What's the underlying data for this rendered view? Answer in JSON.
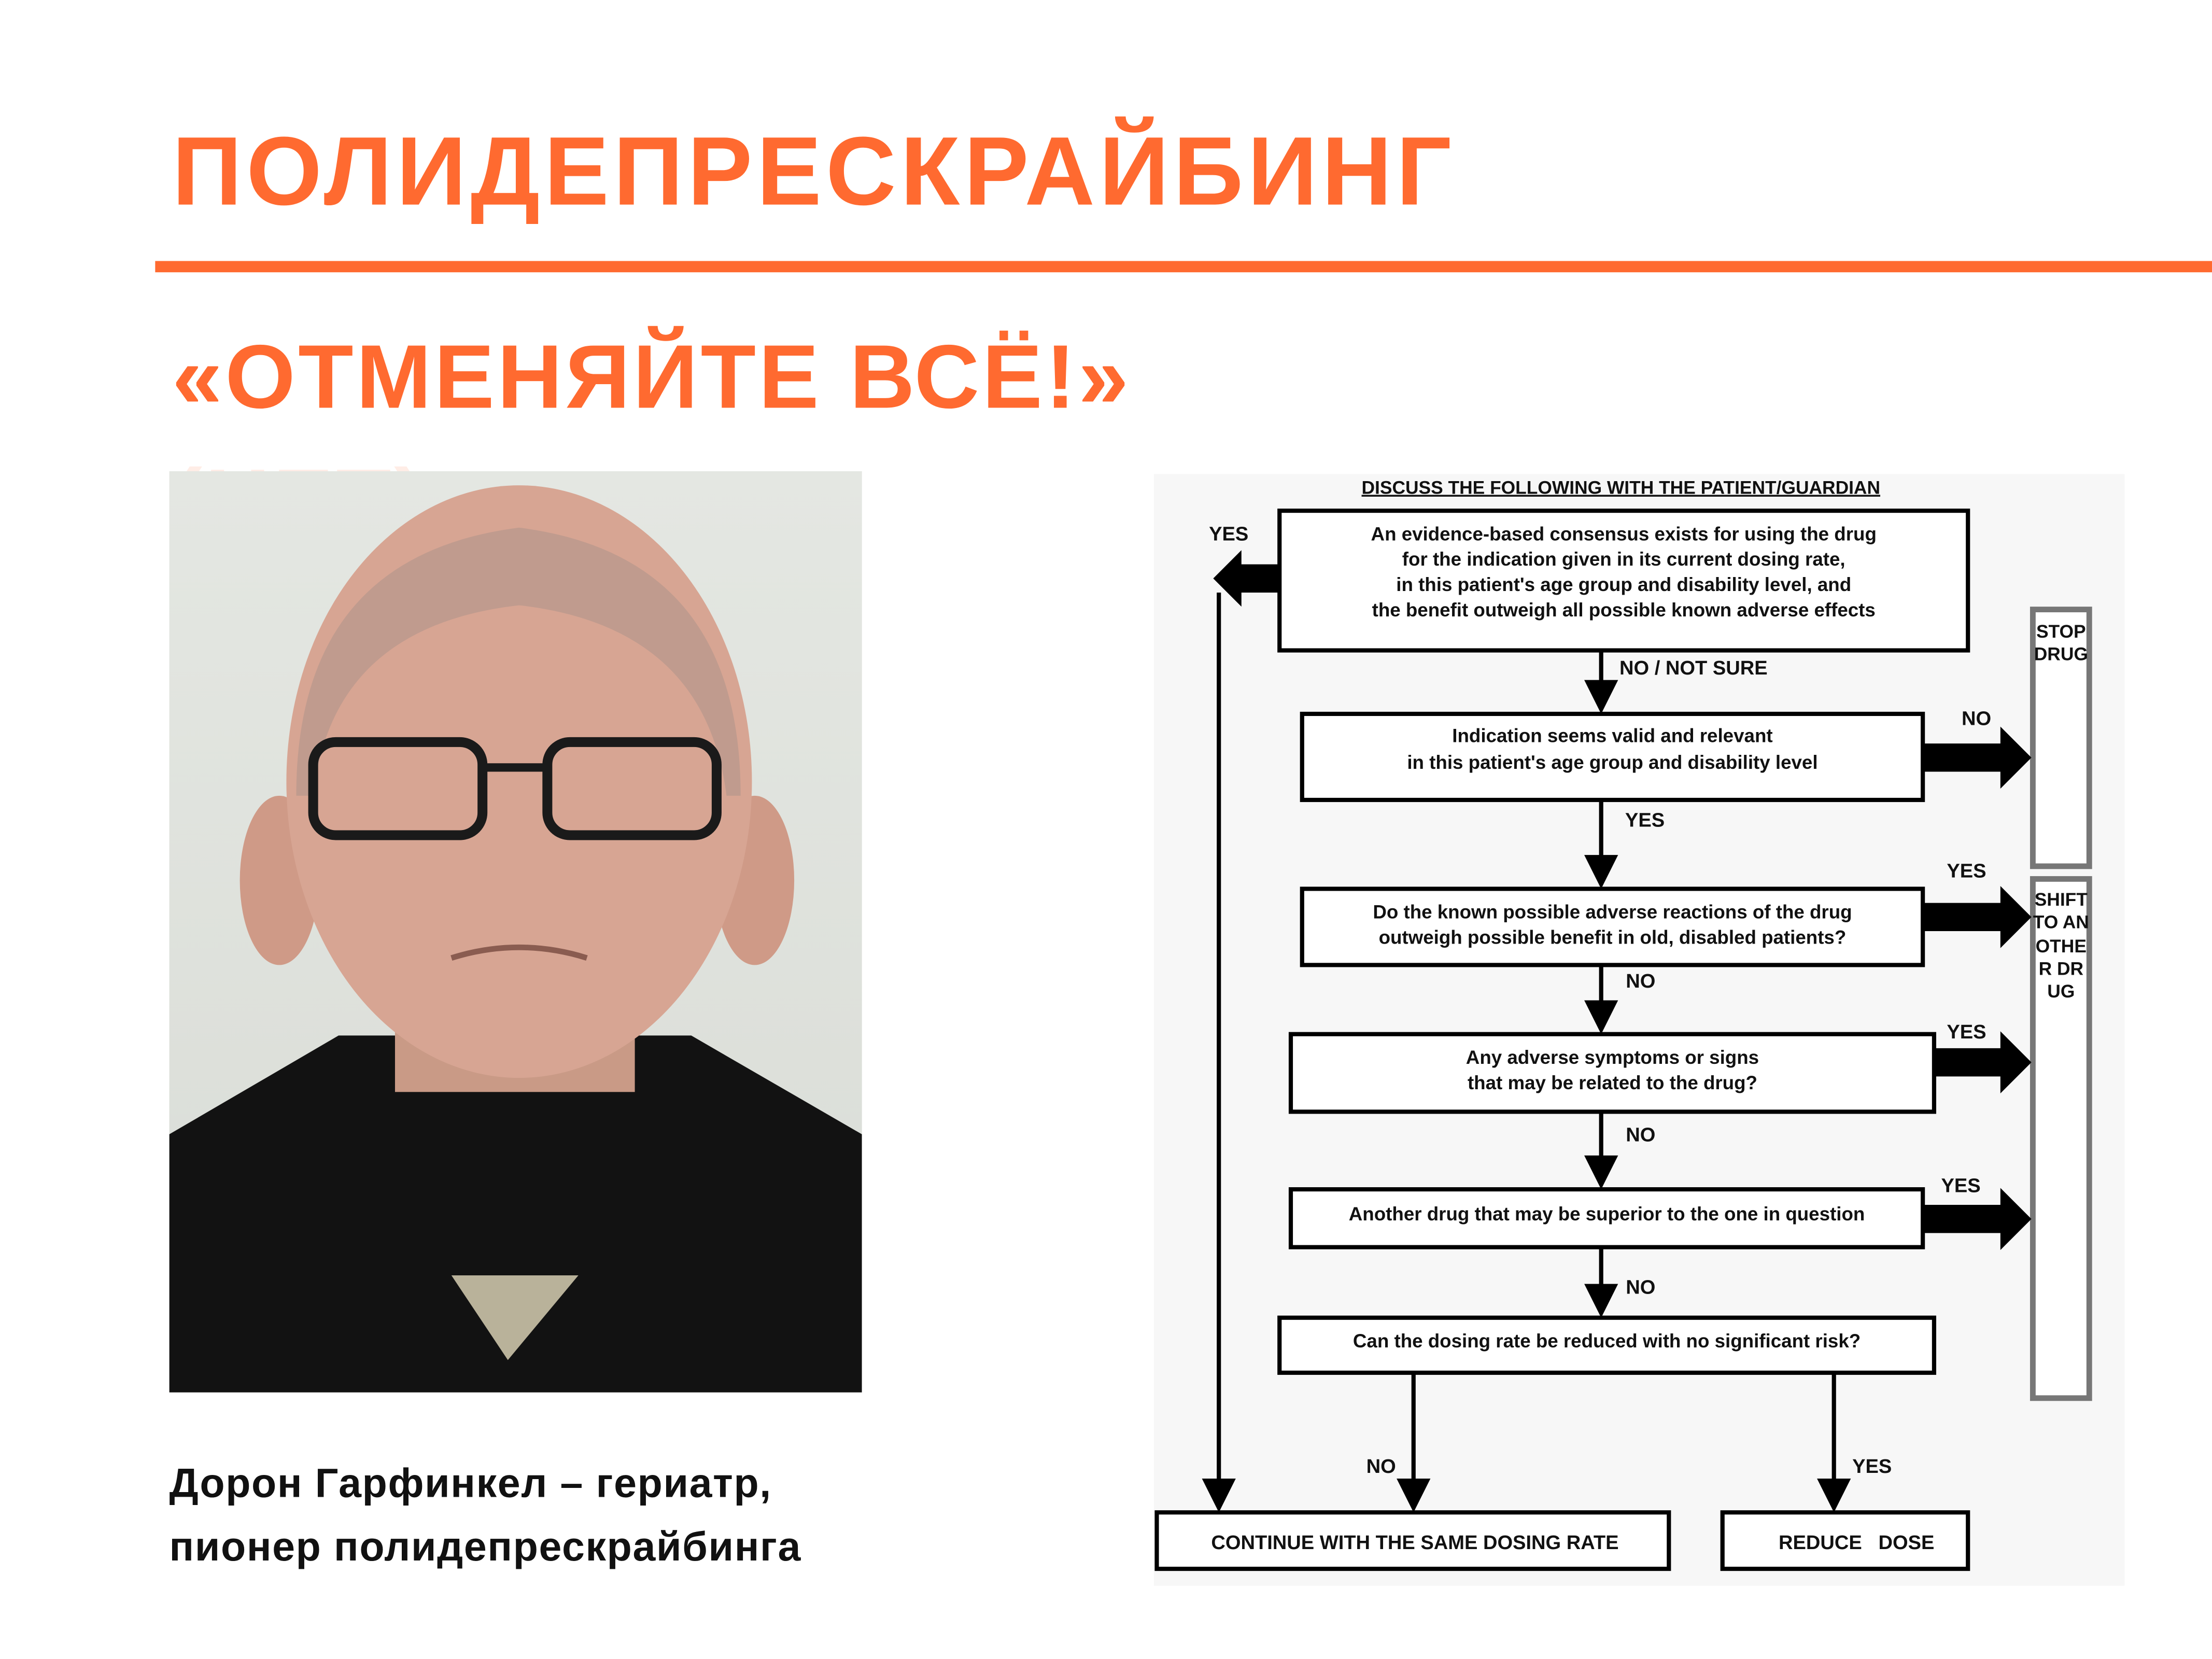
{
  "slide": {
    "title": "ПОЛИДЕПРЕСКРАЙБИНГ",
    "subtitle": "«ОТМЕНЯЙТЕ ВСЁ!»",
    "faded_text": "(НЕТ)",
    "caption_line1": "Дорон Гарфинкел – гериатр,",
    "caption_line2": "пионер полидепрескрайбинга",
    "accent_color": "#FF6A30"
  },
  "flowchart": {
    "heading": "DISCUSS THE FOLLOWING WITH THE PATIENT/GUARDIAN",
    "box1": [
      "An evidence-based consensus exists for using the drug",
      "for the indication given in its current dosing rate,",
      "in this patient's age group and disability level,  and",
      "the benefit outweigh all possible known adverse effects"
    ],
    "box2": [
      "Indication seems valid and relevant",
      "in this patient's age group and disability level"
    ],
    "box3": [
      "Do the known possible adverse reactions of the drug",
      "outweigh possible benefit in old, disabled patients?"
    ],
    "box4": [
      "Any adverse symptoms or signs",
      "that may be related to the drug?"
    ],
    "box5": "Another drug that may be superior to the one in question",
    "box6": "Can the dosing rate be reduced with no significant risk?",
    "continue": "CONTINUE WITH THE SAME DOSING RATE",
    "reduce": "REDUCE   DOSE",
    "stop_drug": "STOP DRUG",
    "shift_drug": "SHIFT TO ANOTHER DRUG",
    "labels": {
      "yes_top": "YES",
      "no_not_sure": "NO / NOT SURE",
      "no_2": "NO",
      "yes_2": "YES",
      "yes_3": "YES",
      "no_3": "NO",
      "yes_4": "YES",
      "no_4": "NO",
      "yes_5": "YES",
      "no_5": "NO",
      "no_6": "NO",
      "yes_6": "YES"
    }
  }
}
